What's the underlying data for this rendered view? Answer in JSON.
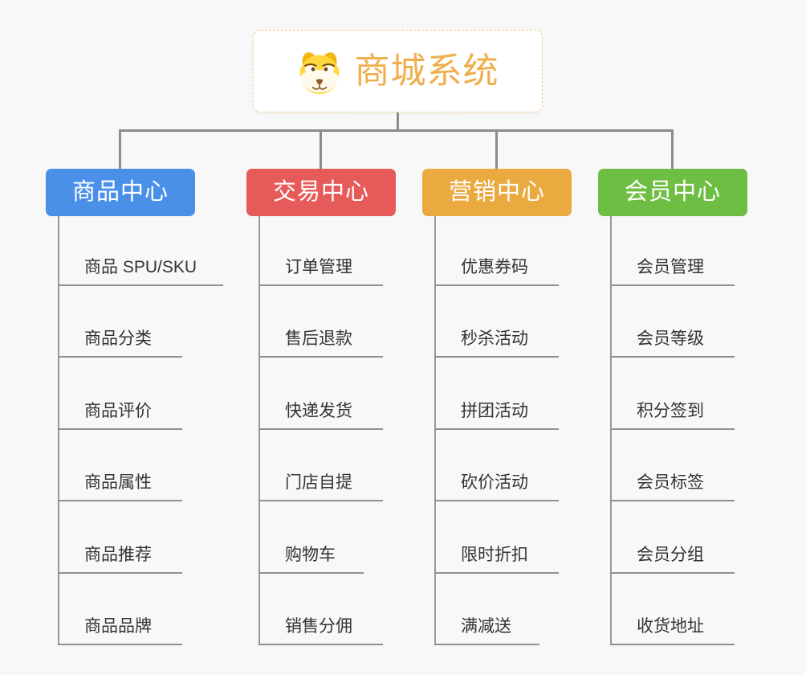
{
  "page": {
    "background_color": "#f8f8f8",
    "connector_color": "#8c8c8c"
  },
  "root": {
    "title": "商城系统",
    "icon": "dog-face-icon",
    "accent_color": "#f0ae4c",
    "border_color": "#f4c98e"
  },
  "branches": [
    {
      "label": "商品中心",
      "color": "#4a90e9",
      "items": [
        "商品 SPU/SKU",
        "商品分类",
        "商品评价",
        "商品属性",
        "商品推荐",
        "商品品牌"
      ]
    },
    {
      "label": "交易中心",
      "color": "#e65a5a",
      "items": [
        "订单管理",
        "售后退款",
        "快递发货",
        "门店自提",
        "购物车",
        "销售分佣"
      ]
    },
    {
      "label": "营销中心",
      "color": "#ebaa3f",
      "items": [
        "优惠券码",
        "秒杀活动",
        "拼团活动",
        "砍价活动",
        "限时折扣",
        "满减送"
      ]
    },
    {
      "label": "会员中心",
      "color": "#6fbe44",
      "items": [
        "会员管理",
        "会员等级",
        "积分签到",
        "会员标签",
        "会员分组",
        "收货地址"
      ]
    }
  ]
}
